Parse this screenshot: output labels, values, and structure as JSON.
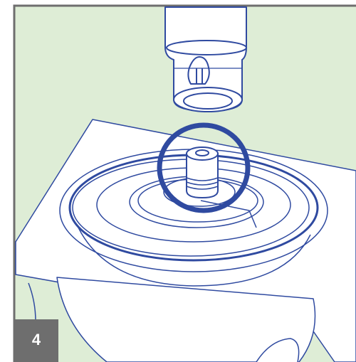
{
  "step": {
    "number": "4"
  },
  "colors": {
    "background": "#deedd6",
    "frame_border": "#6e6e6e",
    "line_art": "#2f4aa0",
    "highlight_circle": "#2f4aa0",
    "badge_bg": "#6e6e6e",
    "badge_text": "#ffffff"
  },
  "illustration": {
    "subject": "vial-adapter-onto-port",
    "highlight": "circled-connector"
  }
}
